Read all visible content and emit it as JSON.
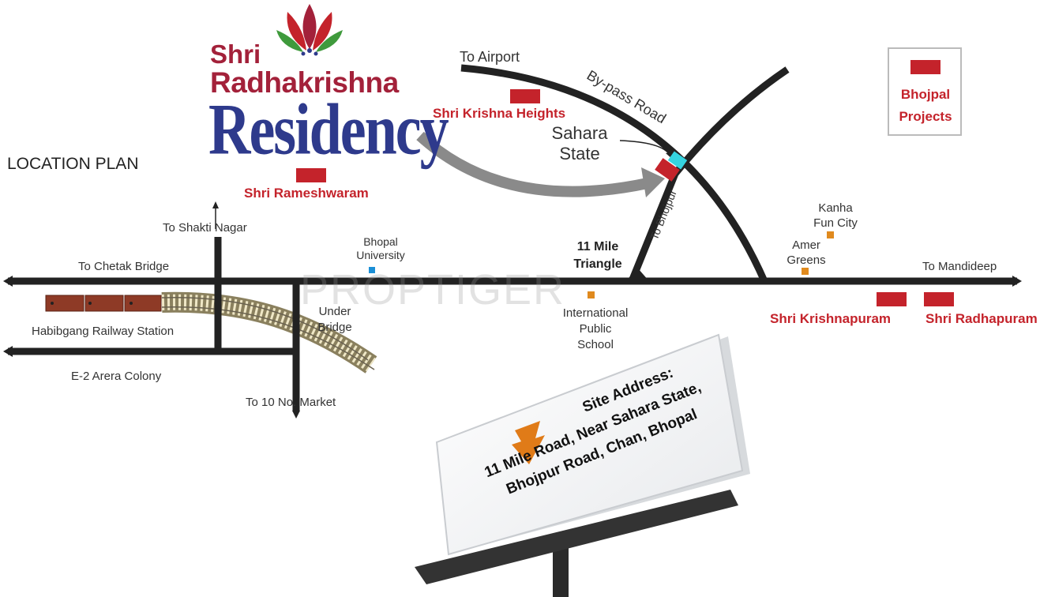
{
  "brand": {
    "line1": "Shri",
    "line2": "Radhakrishna",
    "line3": "Residency"
  },
  "title": "LOCATION PLAN",
  "watermark": "PROPTIGER",
  "landmarks": {
    "to_airport": "To Airport",
    "bypass_road": "By-pass Road",
    "to_bhojpur": "To Bhojpur",
    "sahara_state": [
      "Sahara",
      "State"
    ],
    "to_shakti_nagar": "To Shakti Nagar",
    "to_chetak_bridge": "To Chetak Bridge",
    "bhopal_university": [
      "Bhopal",
      "University"
    ],
    "eleven_mile_triangle": [
      "11 Mile",
      "Triangle"
    ],
    "kanha_fun_city": [
      "Kanha",
      "Fun City"
    ],
    "amer_greens": [
      "Amer",
      "Greens"
    ],
    "to_mandideep": "To Mandideep",
    "habibgang": "Habibgang Railway Station",
    "under_bridge": [
      "Under",
      "Bridge"
    ],
    "international_school": [
      "International",
      "Public",
      "School"
    ],
    "e2_arera": "E-2 Arera Colony",
    "to_10_no_market": "To 10 No. Market"
  },
  "projects": {
    "krishna_heights": "Shri Krishna Heights",
    "rameshwaram": "Shri Rameshwaram",
    "bhojpal": [
      "Bhojpal",
      "Projects"
    ],
    "krishnapuram": "Shri Krishnapuram",
    "radhapuram": "Shri Radhapuram"
  },
  "billboard": {
    "line1": "Site Address:",
    "line2": "11 Mile Road, Near Sahara State,",
    "line3": "Bhojpur Road, Chan, Bhopal"
  },
  "colors": {
    "road": "#222222",
    "project_marker": "#c4232b",
    "brand_red": "#a3213a",
    "brand_blue": "#2e3a8c",
    "site_marker": "#35d4e0",
    "school_marker": "#e08a1e",
    "university_marker": "#1b8fd6"
  }
}
